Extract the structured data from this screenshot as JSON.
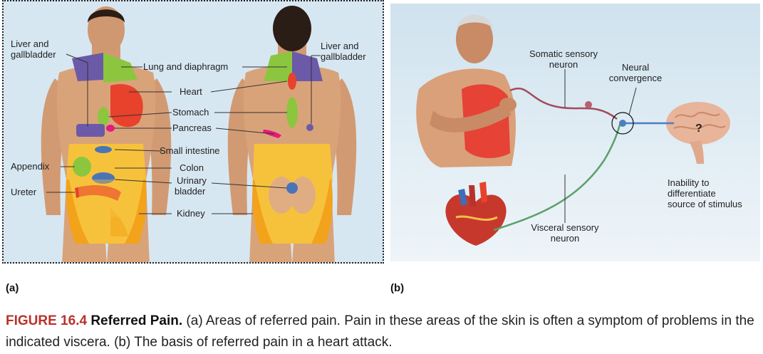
{
  "panel_a": {
    "tag": "(a)",
    "labels": {
      "liver_front_1": "Liver and",
      "liver_front_2": "gallbladder",
      "liver_back_1": "Liver and",
      "liver_back_2": "gallbladder",
      "lung": "Lung and diaphragm",
      "heart": "Heart",
      "stomach": "Stomach",
      "pancreas": "Pancreas",
      "small_intestine": "Small intestine",
      "appendix": "Appendix",
      "colon": "Colon",
      "bladder_1": "Urinary",
      "bladder_2": "bladder",
      "ureter": "Ureter",
      "kidney": "Kidney"
    }
  },
  "panel_b": {
    "tag": "(b)",
    "labels": {
      "somatic_1": "Somatic sensory",
      "somatic_2": "neuron",
      "neural_1": "Neural",
      "neural_2": "convergence",
      "inability_1": "Inability to",
      "inability_2": "differentiate",
      "inability_3": "source of stimulus",
      "visceral_1": "Visceral sensory",
      "visceral_2": "neuron",
      "question": "?"
    }
  },
  "caption": {
    "figure_number": "FIGURE 16.4",
    "title": "Referred Pain.",
    "text": " (a) Areas of referred pain. Pain in these areas of the skin is often a symptom of problems in the indicated viscera. (b) The basis of referred pain in a heart attack."
  },
  "colors": {
    "caption_accent": "#b8322a",
    "liver": "#6b5aa8",
    "lung": "#8cc63f",
    "heart": "#e8412c",
    "intestine": "#f7c23b",
    "kidney": "#f2a31b",
    "pain": "#e8312a"
  }
}
